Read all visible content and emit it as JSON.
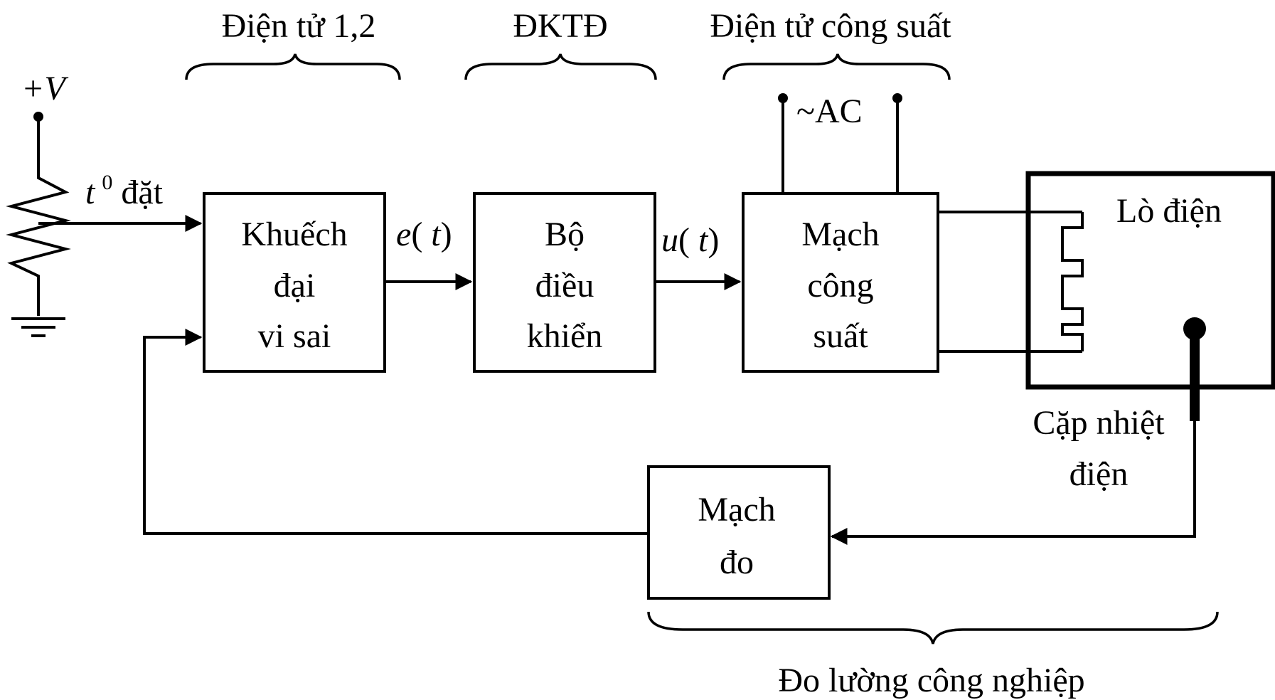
{
  "groups": {
    "electronics_1_2": "Điện tử 1,2",
    "dktd": "ĐKTĐ",
    "power_electronics": "Điện tử công suất",
    "industrial_measurement": "Đo lường công nghiệp"
  },
  "supply": {
    "voltage": "+V",
    "ac": "~AC"
  },
  "setpoint": {
    "t": "t",
    "superscript": "0",
    "suffix": "đặt"
  },
  "blocks": {
    "diff_amp": [
      "Khuếch",
      "đại",
      "vi sai"
    ],
    "controller": [
      "Bộ",
      "điều",
      "khiển"
    ],
    "power_circuit": [
      "Mạch",
      "công",
      "suất"
    ],
    "measure_circuit": [
      "Mạch",
      "đo"
    ]
  },
  "signals": {
    "error": {
      "fn": "e",
      "arg": "t"
    },
    "control": {
      "fn": "u",
      "arg": "t"
    }
  },
  "furnace": {
    "label": "Lò điện",
    "thermocouple": [
      "Cặp nhiệt",
      "điện"
    ]
  }
}
